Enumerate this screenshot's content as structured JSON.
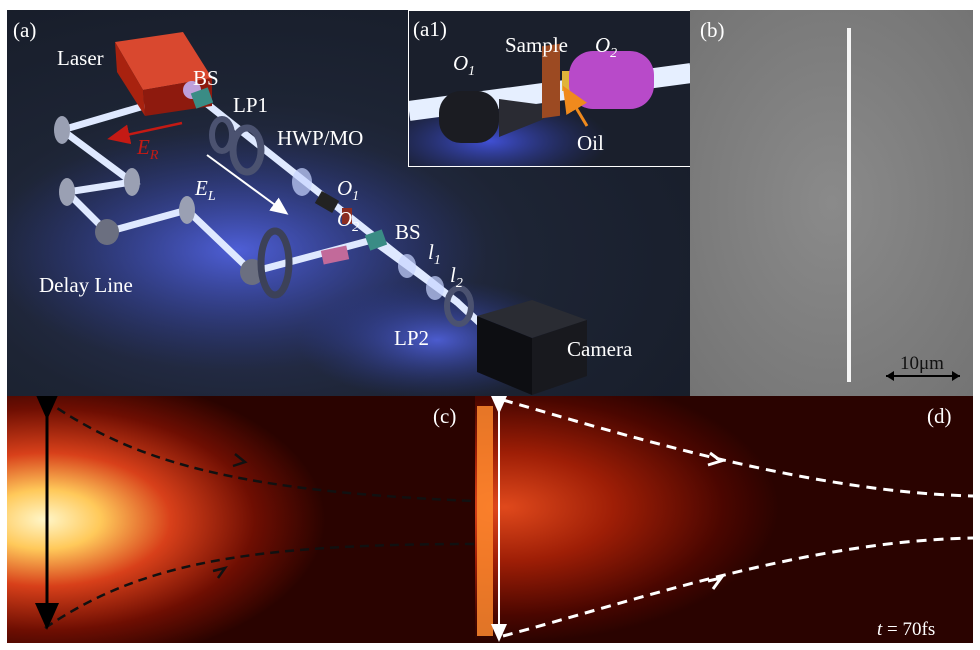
{
  "panel_a": {
    "label": "(a)",
    "laser": "Laser",
    "bs_top": "BS",
    "lp1": "LP1",
    "hwp_mo": "HWP/MO",
    "er": "E",
    "er_sub": "R",
    "el": "E",
    "el_sub": "L",
    "o1": "O",
    "o1_sub": "1",
    "o2": "O",
    "o2_sub": "2",
    "bs_mid": "BS",
    "l1": "l",
    "l1_sub": "1",
    "l2": "l",
    "l2_sub": "2",
    "lp2": "LP2",
    "delay_line": "Delay Line",
    "camera": "Camera"
  },
  "panel_a1": {
    "label": "(a1)",
    "o1": "O",
    "o1_sub": "1",
    "sample": "Sample",
    "o2": "O",
    "o2_sub": "2",
    "oil": "Oil"
  },
  "panel_b": {
    "label": "(b)",
    "scale": "10μm"
  },
  "panel_c": {
    "label": "(c)"
  },
  "panel_d": {
    "label": "(d)",
    "time_var": "t",
    "time_val": " = 70fs"
  },
  "colors": {
    "setup_bg": "#1d2331",
    "beam": "#dfe9ff",
    "laser_red": "#b8281d",
    "er_arrow": "#c41a14",
    "oil_arrow": "#f08a1d",
    "sem_bg": "#7d7d7d",
    "heat_dark": "#2a0300"
  }
}
